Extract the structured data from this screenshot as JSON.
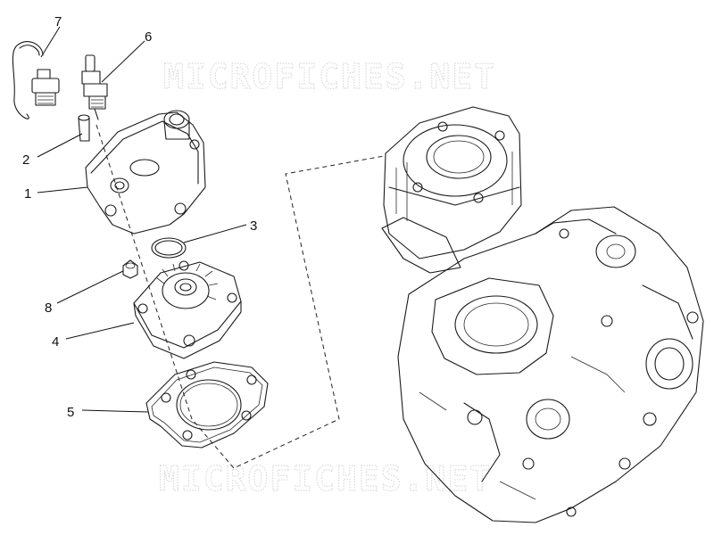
{
  "watermarks": [
    "MICROFICHES.NET",
    "MICROFICHES.NET"
  ],
  "callouts": [
    {
      "id": "1",
      "label": "1"
    },
    {
      "id": "2",
      "label": "2"
    },
    {
      "id": "3",
      "label": "3"
    },
    {
      "id": "4",
      "label": "4"
    },
    {
      "id": "5",
      "label": "5"
    },
    {
      "id": "6",
      "label": "6"
    },
    {
      "id": "7",
      "label": "7"
    },
    {
      "id": "8",
      "label": "8"
    }
  ]
}
